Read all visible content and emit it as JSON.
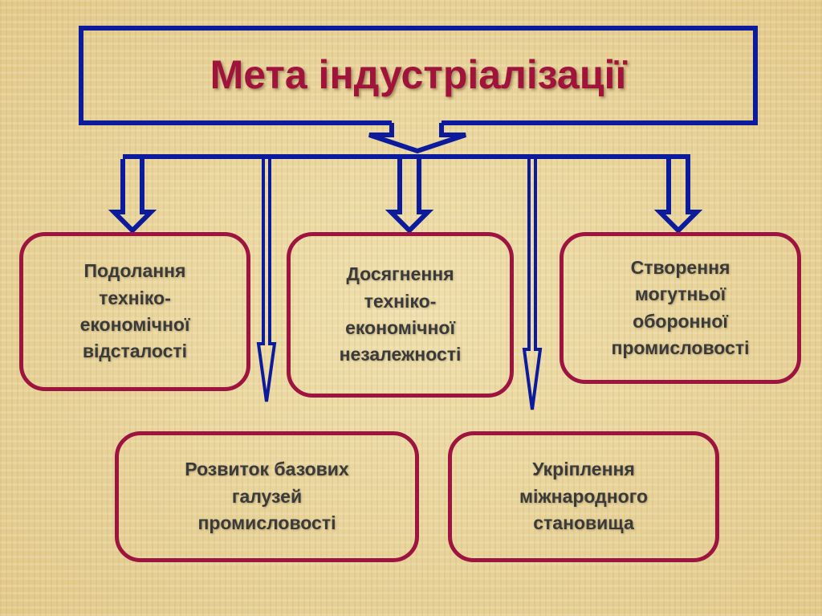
{
  "title": "Мета індустріалізації",
  "colors": {
    "arrow": "#0c1a9c",
    "box_border": "#9e1440",
    "title": "#a0143c"
  },
  "goals": [
    {
      "lines": [
        "Подолання",
        "техніко-",
        "економічної",
        "відсталості"
      ]
    },
    {
      "lines": [
        "Досягнення",
        "техніко-",
        "економічної",
        "незалежності"
      ]
    },
    {
      "lines": [
        "Створення",
        "могутньої",
        "оборонної",
        "промисловості"
      ]
    },
    {
      "lines": [
        "Розвиток базових",
        "галузей",
        "промисловості"
      ]
    },
    {
      "lines": [
        "Укріплення",
        "міжнародного",
        "становища"
      ]
    }
  ]
}
